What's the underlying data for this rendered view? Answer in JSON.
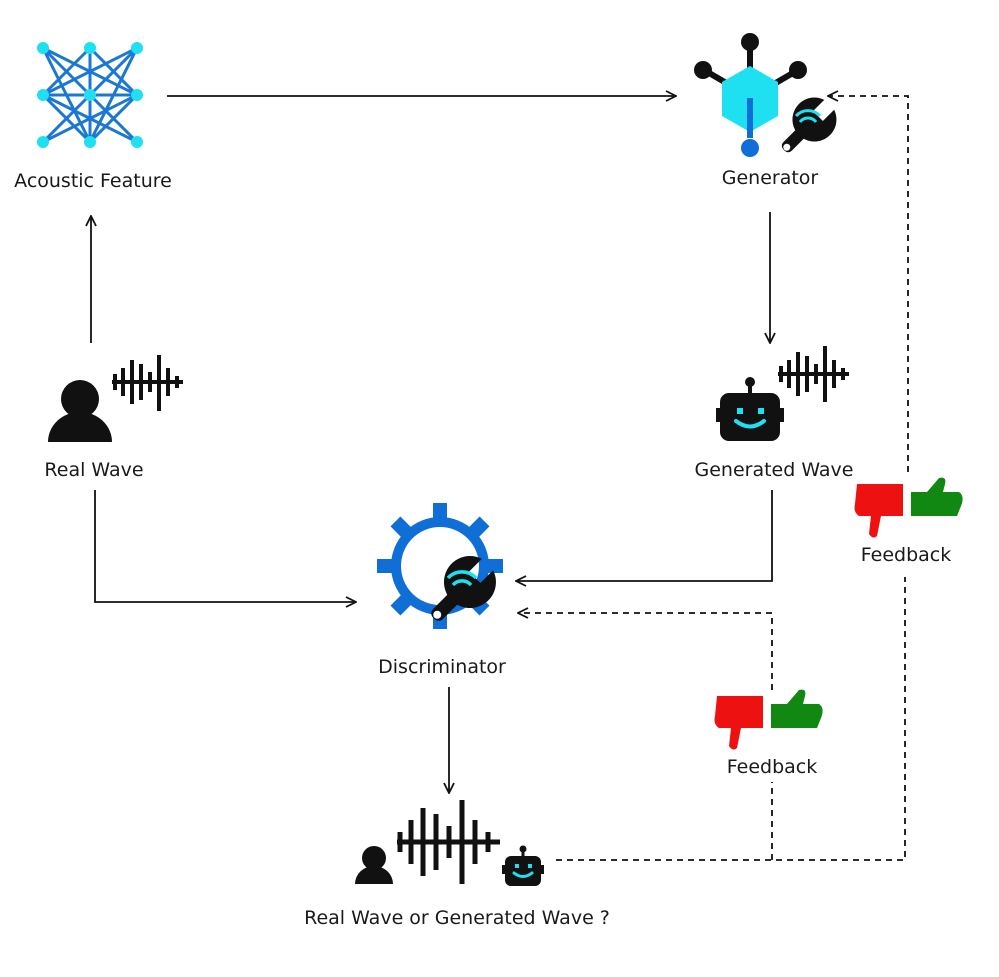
{
  "title": "GAN Vocoder Training Flow",
  "nodes": {
    "acoustic_feature": {
      "label": "Acoustic Feature",
      "icon": "neural-network-icon"
    },
    "generator": {
      "label": "Generator",
      "icon": "hexagon-node-wrench-icon"
    },
    "real_wave": {
      "label": "Real Wave",
      "icon": "person-waveform-icon"
    },
    "generated_wave": {
      "label": "Generated Wave",
      "icon": "robot-waveform-icon"
    },
    "discriminator": {
      "label": "Discriminator",
      "icon": "gear-wrench-icon"
    },
    "output": {
      "label": "Real Wave or Generated Wave ?",
      "icon": "person-waveform-robot-icon"
    },
    "feedback_generator": {
      "label": "Feedback",
      "icon": "thumbs-down-up-icon"
    },
    "feedback_discriminator": {
      "label": "Feedback",
      "icon": "thumbs-down-up-icon"
    }
  },
  "edges": [
    {
      "from": "acoustic_feature",
      "to": "generator",
      "style": "solid"
    },
    {
      "from": "real_wave",
      "to": "acoustic_feature",
      "style": "solid"
    },
    {
      "from": "generator",
      "to": "generated_wave",
      "style": "solid"
    },
    {
      "from": "real_wave",
      "to": "discriminator",
      "style": "solid"
    },
    {
      "from": "generated_wave",
      "to": "discriminator",
      "style": "solid"
    },
    {
      "from": "discriminator",
      "to": "output",
      "style": "solid"
    },
    {
      "from": "output",
      "to": "feedback_discriminator",
      "style": "dashed"
    },
    {
      "from": "feedback_discriminator",
      "to": "discriminator",
      "style": "dashed"
    },
    {
      "from": "output",
      "to": "feedback_generator",
      "style": "dashed"
    },
    {
      "from": "feedback_generator",
      "to": "generator",
      "style": "dashed"
    }
  ],
  "colors": {
    "cyan": "#1ee0f0",
    "blue": "#0f6fd6",
    "network_line": "#1a78d4",
    "black": "#111111",
    "red": "#ee1111",
    "green": "#118811"
  }
}
